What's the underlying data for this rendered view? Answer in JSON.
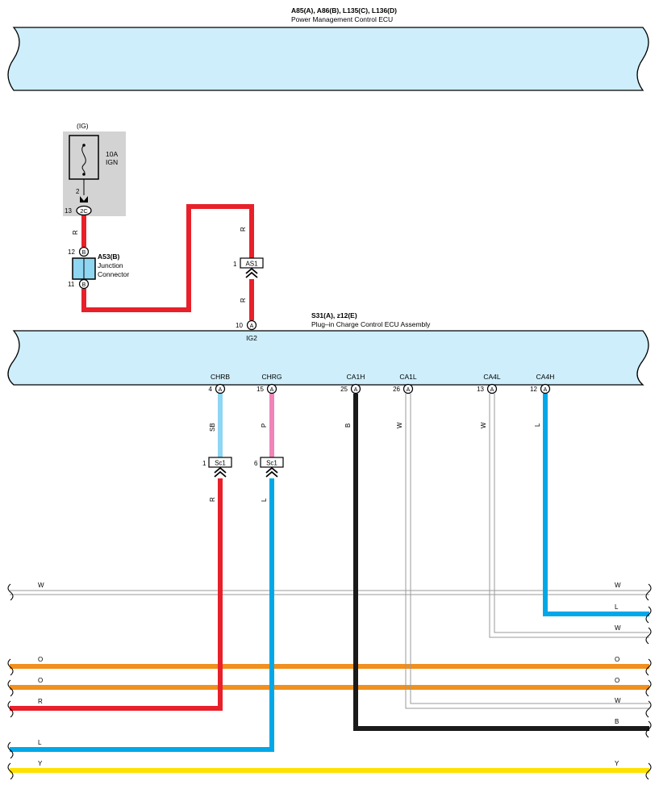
{
  "top_ecu": {
    "code": "A85(A), A86(B), L135(C), L136(D)",
    "name": "Power Management Control ECU"
  },
  "fuse": {
    "group": "(IG)",
    "rating": "10A",
    "name": "IGN",
    "pin": "2",
    "conn_pin": "13",
    "conn_code": "2C"
  },
  "junction": {
    "code": "A53(B)",
    "name_line1": "Junction",
    "name_line2": "Connector",
    "pin_top": "12",
    "pin_bottom": "11",
    "conn": "B"
  },
  "as1": {
    "pin": "1",
    "code": "AS1"
  },
  "main_ecu": {
    "code": "S31(A), z12(E)",
    "name": "Plug–in Charge Control ECU Assembly",
    "ig2": {
      "pin": "10",
      "conn": "A",
      "label": "IG2"
    },
    "terminals": [
      {
        "label": "CHRB",
        "pin": "4",
        "conn": "A"
      },
      {
        "label": "CHRG",
        "pin": "15",
        "conn": "A"
      },
      {
        "label": "CA1H",
        "pin": "25",
        "conn": "A"
      },
      {
        "label": "CA1L",
        "pin": "26",
        "conn": "A"
      },
      {
        "label": "CA4L",
        "pin": "13",
        "conn": "A"
      },
      {
        "label": "CA4H",
        "pin": "12",
        "conn": "A"
      }
    ]
  },
  "sc1_left": {
    "pin": "1",
    "code": "Sc1"
  },
  "sc1_right": {
    "pin": "6",
    "code": "Sc1"
  },
  "wire_colors": {
    "fuse_to_junction": "R",
    "as1_upper": "R",
    "as1_lower": "R",
    "chrb": "SB",
    "chrg": "P",
    "ca1h": "B",
    "ca1l": "W",
    "ca4l": "W",
    "ca4h": "L",
    "sc1_left_out": "R",
    "sc1_right_out": "L"
  },
  "bus_lines": {
    "left": [
      "W",
      "O",
      "O",
      "R",
      "L",
      "Y"
    ],
    "right": [
      "W",
      "L",
      "W",
      "O",
      "O",
      "W",
      "B",
      "Y"
    ]
  },
  "colors": {
    "ecu_fill": "#cdeefa",
    "fuse_box": "#d3d3d3",
    "red": "#e8202a",
    "sky_blue": "#8fd6f2",
    "pink": "#ef84b8",
    "black": "#1a1a1a",
    "blue": "#00a8e8",
    "orange": "#f0901e",
    "yellow": "#ffe100",
    "white_wire": "#9a9a9a"
  }
}
